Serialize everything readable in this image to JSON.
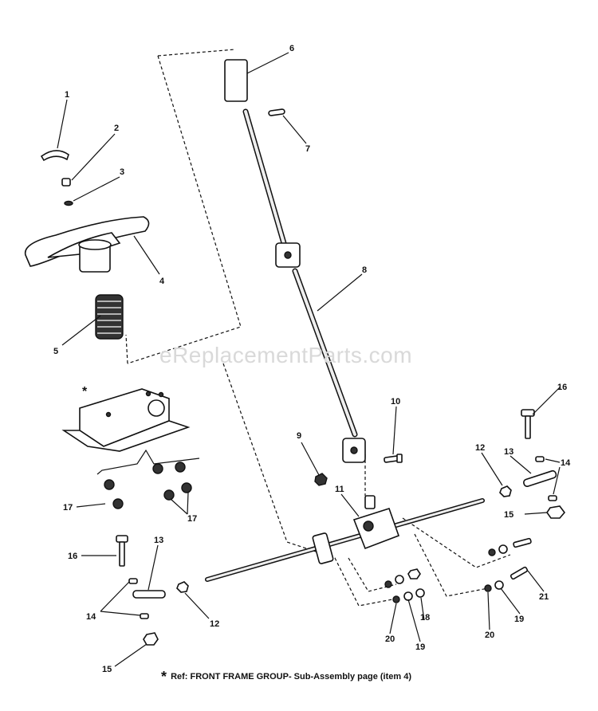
{
  "watermark": "eReplacementParts.com",
  "footnote": {
    "marker": "*",
    "text": "Ref: FRONT FRAME GROUP- Sub-Assembly  page (item 4)"
  },
  "frame_marker": "*",
  "callouts": {
    "c1": "1",
    "c2": "2",
    "c3": "3",
    "c4": "4",
    "c5": "5",
    "c6": "6",
    "c7": "7",
    "c8": "8",
    "c9": "9",
    "c10": "10",
    "c11": "11",
    "c12a": "12",
    "c12b": "12",
    "c13a": "13",
    "c13b": "13",
    "c14a": "14",
    "c14b": "14",
    "c15a": "15",
    "c15b": "15",
    "c16a": "16",
    "c16b": "16",
    "c17a": "17",
    "c17b": "17",
    "c18": "18",
    "c19a": "19",
    "c19b": "19",
    "c20a": "20",
    "c20b": "20",
    "c21": "21"
  }
}
